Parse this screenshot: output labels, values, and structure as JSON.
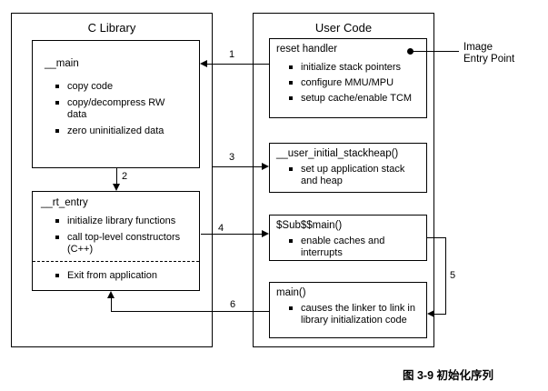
{
  "style": {
    "line_color": "#000000",
    "background": "#ffffff",
    "text_color": "#000000"
  },
  "diagram": {
    "c_library": {
      "title": "C Library",
      "main_box": {
        "label": "__main",
        "items": [
          "copy code",
          "copy/decompress RW\ndata",
          "zero uninitialized data"
        ]
      },
      "rt_entry_box": {
        "label": "__rt_entry",
        "items": [
          "initialize library functions",
          "call top-level constructors\n(C++)"
        ],
        "exit_item": "Exit from application"
      }
    },
    "user_code": {
      "title": "User Code",
      "reset_handler_box": {
        "label": "reset handler",
        "items": [
          "initialize stack pointers",
          "configure MMU/MPU",
          "setup cache/enable TCM"
        ]
      },
      "stackheap_box": {
        "label": "__user_initial_stackheap()",
        "items": [
          "set up application stack\nand heap"
        ]
      },
      "submain_box": {
        "label": "$Sub$$main()",
        "items": [
          "enable caches and\ninterrupts"
        ]
      },
      "main_fn_box": {
        "label": "main()",
        "items": [
          "causes the linker to link in\nlibrary initialization code"
        ]
      }
    },
    "annotations": {
      "image_entry_point": "Image\nEntry Point"
    },
    "arrow_labels": {
      "a1": "1",
      "a2": "2",
      "a3": "3",
      "a4": "4",
      "a5": "5",
      "a6": "6"
    },
    "caption": "图 3-9 初始化序列"
  }
}
